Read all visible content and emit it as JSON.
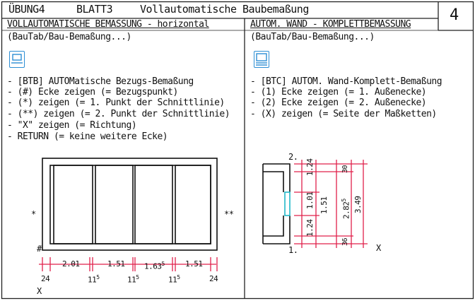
{
  "header": {
    "exercise": "ÜBUNG4",
    "sheet": "BLATT3",
    "title": "Vollautomatische Baubemaßung",
    "page_number": "4"
  },
  "left": {
    "heading": "VOLLAUTOMATISCHE BEMASSUNG - horizontal",
    "menu_path": "(BauTab/Bau-Bemaßung...)",
    "icon": "dimension-icon",
    "steps": [
      "- [BTB] AUTOMatische Bezugs-Bemaßung",
      "- (#) Ecke zeigen (= Bezugspunkt)",
      "- (*) zeigen (= 1. Punkt der Schnittlinie)",
      "- (**) zeigen (= 2. Punkt der Schnittlinie)",
      "- \"X\" zeigen (= Richtung)",
      "- RETURN (= keine weitere Ecke)"
    ],
    "markers": {
      "single": "*",
      "double": "**",
      "hash": "#",
      "x": "X"
    },
    "dims_top": [
      "2.01",
      "1.51",
      "1.63",
      "1.51"
    ],
    "dims_top_sup": [
      "",
      "",
      "5",
      ""
    ],
    "dims_bottom": [
      "24",
      "11",
      "11",
      "11",
      "24"
    ],
    "dims_bottom_sup": [
      "",
      "5",
      "5",
      "5",
      ""
    ]
  },
  "right": {
    "heading": "AUTOM. WAND - KOMPLETTBEMASSUNG",
    "menu_path": "(BauTab/Bau-Bemaßung...)",
    "icon": "wall-dimension-icon",
    "steps": [
      "- [BTC] AUTOM. Wand-Komplett-Bemaßung",
      "- (1) Ecke zeigen (= 1. Außenecke)",
      "- (2) Ecke zeigen (= 2. Außenecke)",
      "- (X) zeigen (= Seite der Maßketten)"
    ],
    "markers": {
      "one": "1.",
      "two": "2.",
      "x": "X"
    },
    "dims_chain1": [
      "1.24",
      "1.01",
      "1.24"
    ],
    "dims_chain2": [
      "1.51"
    ],
    "dims_chain3": [
      "30",
      "2.82",
      "36"
    ],
    "dims_chain3_sup": [
      "",
      "5",
      ""
    ],
    "dims_chain4": [
      "3.49"
    ]
  },
  "colors": {
    "dimension": "#e0204a",
    "icon": "#2d8fd4",
    "window": "#22b8c8"
  }
}
